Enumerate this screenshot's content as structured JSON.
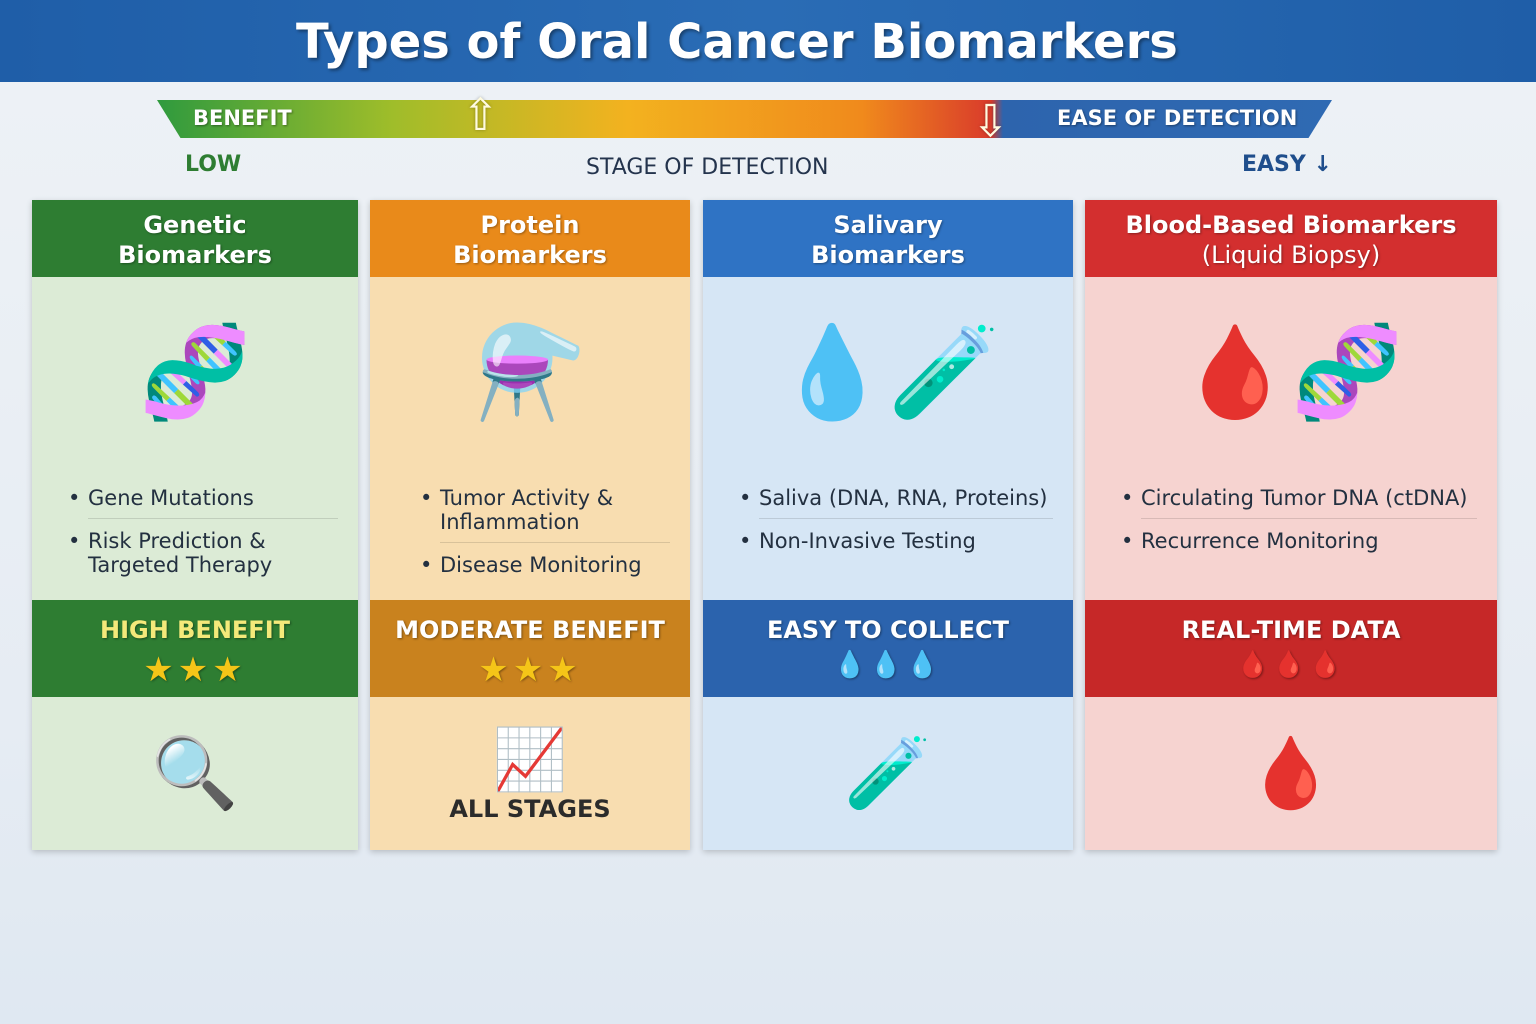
{
  "title": "Types of Oral Cancer Biomarkers",
  "scale": {
    "left_label": "BENEFIT",
    "right_label": "EASE OF DETECTION",
    "low": "LOW",
    "center": "STAGE OF DETECTION",
    "easy": "EASY"
  },
  "colors": {
    "green": "#2e7d32",
    "orange": "#e98a1a",
    "blue": "#2f73c4",
    "red": "#d32f2f"
  },
  "columns": [
    {
      "title1": "Genetic",
      "title2": "Biomarkers",
      "bullets": [
        "Gene Mutations",
        "Risk Prediction & Targeted Therapy"
      ],
      "rating": "HIGH BENEFIT",
      "marks": "★★★",
      "caption": ""
    },
    {
      "title1": "Protein",
      "title2": "Biomarkers",
      "bullets": [
        "Tumor Activity & Inflammation",
        "Disease Monitoring"
      ],
      "rating": "MODERATE BENEFIT",
      "marks": "★★★",
      "caption": "ALL STAGES"
    },
    {
      "title1": "Salivary",
      "title2": "Biomarkers",
      "bullets": [
        "Saliva (DNA, RNA, Proteins)",
        "Non-Invasive Testing"
      ],
      "rating": "EASY TO COLLECT",
      "marks": "💧💧💧",
      "caption": ""
    },
    {
      "title1": "Blood-Based Biomarkers",
      "title2": "(Liquid Biopsy)",
      "bullets": [
        "Circulating Tumor DNA (ctDNA)",
        "Recurrence Monitoring"
      ],
      "rating": "REAL-TIME DATA",
      "marks": "🩸🩸🩸",
      "caption": ""
    }
  ]
}
